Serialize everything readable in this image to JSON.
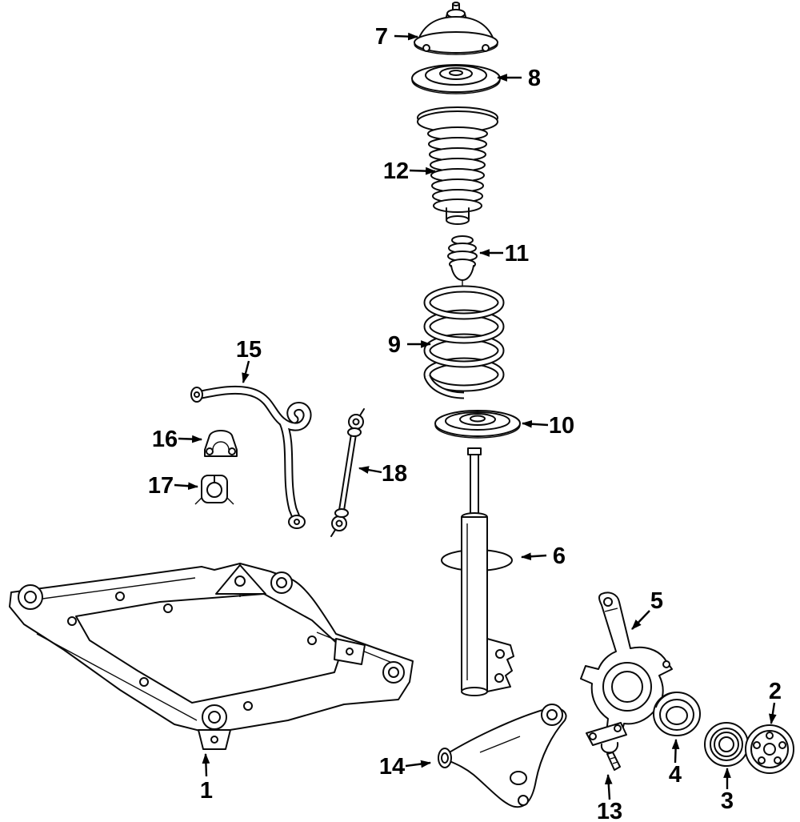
{
  "diagram": {
    "background_color": "#ffffff",
    "line_color": "#000000",
    "callouts": [
      {
        "number": "1"
      },
      {
        "number": "2"
      },
      {
        "number": "3"
      },
      {
        "number": "4"
      },
      {
        "number": "5"
      },
      {
        "number": "6"
      },
      {
        "number": "7"
      },
      {
        "number": "8"
      },
      {
        "number": "9"
      },
      {
        "number": "10"
      },
      {
        "number": "11"
      },
      {
        "number": "12"
      },
      {
        "number": "13"
      },
      {
        "number": "14"
      },
      {
        "number": "15"
      },
      {
        "number": "16"
      },
      {
        "number": "17"
      },
      {
        "number": "18"
      }
    ]
  }
}
